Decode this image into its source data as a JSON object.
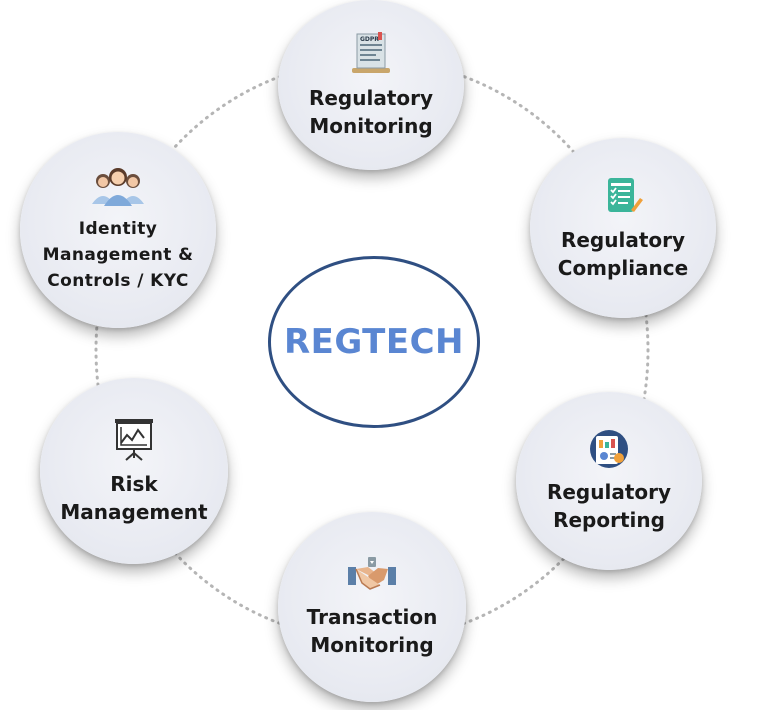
{
  "center": {
    "title": "REGTECH"
  },
  "nodes": [
    {
      "id": "regulatory-monitoring",
      "lines": [
        "Regulatory",
        "Monitoring"
      ],
      "icon": "gdpr-document-icon",
      "icon_text": "GDPR"
    },
    {
      "id": "regulatory-compliance",
      "lines": [
        "Regulatory",
        "Compliance"
      ],
      "icon": "checklist-icon"
    },
    {
      "id": "regulatory-reporting",
      "lines": [
        "Regulatory",
        "Reporting"
      ],
      "icon": "report-dashboard-icon"
    },
    {
      "id": "transaction-monitoring",
      "lines": [
        "Transaction",
        "Monitoring"
      ],
      "icon": "handshake-icon"
    },
    {
      "id": "risk-management",
      "lines": [
        "Risk",
        "Management"
      ],
      "icon": "presentation-chart-icon"
    },
    {
      "id": "identity-management",
      "lines": [
        "Identity",
        "Management &",
        "Controls / KYC"
      ],
      "icon": "people-group-icon"
    }
  ],
  "colors": {
    "center_border": "#2f4f82",
    "center_text": "#5a86d2",
    "ring": "#b5b5b5"
  }
}
